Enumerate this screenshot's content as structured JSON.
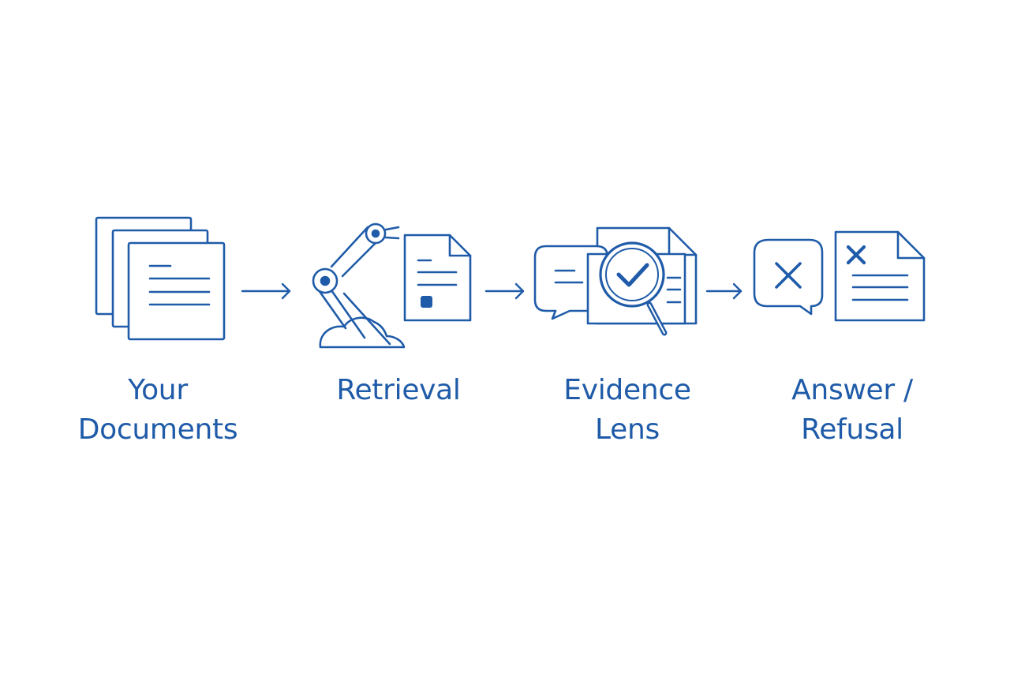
{
  "colors": {
    "stroke": "#1f5ba8",
    "text": "#1f5ba8",
    "background": "#ffffff"
  },
  "stages": [
    {
      "id": "your-documents",
      "icon": "document-stack-icon",
      "label_lines": [
        "Your",
        "Documents"
      ]
    },
    {
      "id": "retrieval",
      "icon": "robot-arm-document-icon",
      "label_lines": [
        "Retrieval"
      ]
    },
    {
      "id": "evidence-lens",
      "icon": "magnifier-check-documents-icon",
      "label_lines": [
        "Evidence",
        "Lens"
      ]
    },
    {
      "id": "answer-refusal",
      "icon": "refusal-chat-document-icon",
      "label_lines": [
        "Answer /",
        "Refusal"
      ]
    }
  ],
  "connectors": [
    {
      "from": "your-documents",
      "to": "retrieval",
      "icon": "arrow-right-icon"
    },
    {
      "from": "retrieval",
      "to": "evidence-lens",
      "icon": "arrow-right-icon"
    },
    {
      "from": "evidence-lens",
      "to": "answer-refusal",
      "icon": "arrow-right-icon"
    }
  ]
}
